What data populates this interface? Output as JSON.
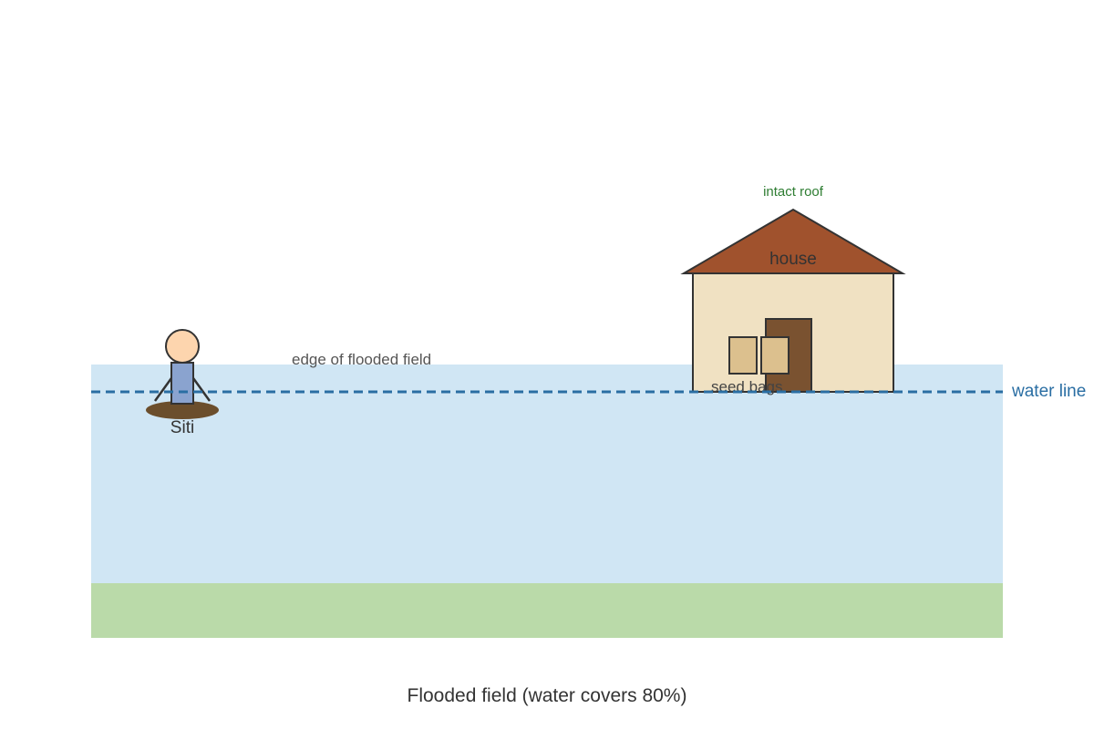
{
  "caption": "Flooded field (water covers 80%)",
  "water_coverage_percent": 80,
  "labels": {
    "field_edge": "edge of flooded field",
    "water_line": "water line",
    "person": "Siti",
    "house": "house",
    "roof": "intact roof",
    "seed_bags": "seed bags"
  },
  "colors": {
    "water": "#d0e6f4",
    "ground": "#badaa9",
    "water_line": "#2a6ea3",
    "roof": "#a0522d",
    "house_wall": "#f0e1c2",
    "door": "#7a5230",
    "seed_bag": "#dcc08e",
    "mud": "#6b4e2c",
    "skin": "#fdd5ae",
    "shirt": "#8aa3cf",
    "roof_label": "#2e7d32"
  }
}
